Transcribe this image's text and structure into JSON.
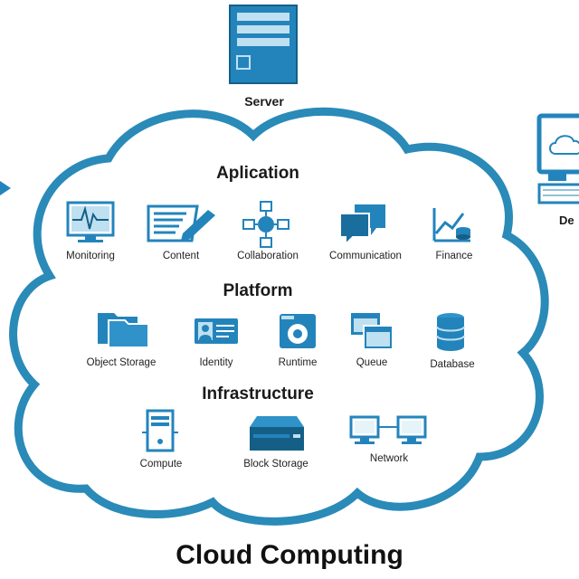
{
  "title": "Cloud Computing",
  "server": {
    "label": "Server",
    "icon": "server-icon"
  },
  "device": {
    "label": "De",
    "icon": "desktop-icon"
  },
  "colors": {
    "cloud_stroke": "#2a8ab8",
    "icon_blue": "#2384bc",
    "icon_light": "#bfe0f0",
    "background": "#ffffff"
  },
  "sections": [
    {
      "name": "Aplication",
      "items": [
        {
          "label": "Monitoring",
          "icon": "monitoring-icon"
        },
        {
          "label": "Content",
          "icon": "content-icon"
        },
        {
          "label": "Collaboration",
          "icon": "collaboration-icon"
        },
        {
          "label": "Communication",
          "icon": "communication-icon"
        },
        {
          "label": "Finance",
          "icon": "finance-icon"
        }
      ]
    },
    {
      "name": "Platform",
      "items": [
        {
          "label": "Object Storage",
          "icon": "object-storage-icon"
        },
        {
          "label": "Identity",
          "icon": "identity-icon"
        },
        {
          "label": "Runtime",
          "icon": "runtime-icon"
        },
        {
          "label": "Queue",
          "icon": "queue-icon"
        },
        {
          "label": "Database",
          "icon": "database-icon"
        }
      ]
    },
    {
      "name": "Infrastructure",
      "items": [
        {
          "label": "Compute",
          "icon": "compute-icon"
        },
        {
          "label": "Block Storage",
          "icon": "block-storage-icon"
        },
        {
          "label": "Network",
          "icon": "network-icon"
        }
      ]
    }
  ]
}
